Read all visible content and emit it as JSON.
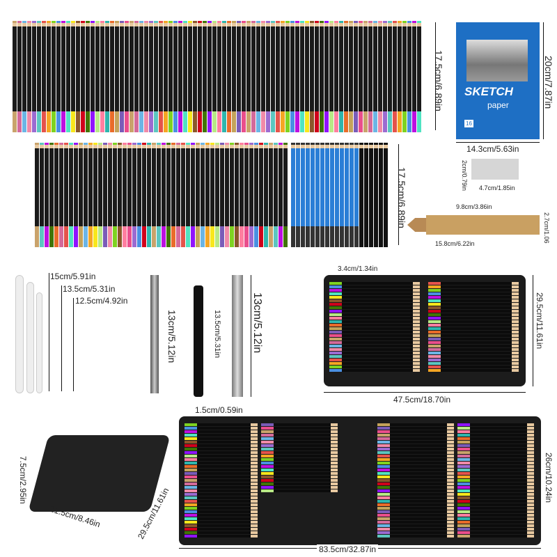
{
  "pencil_colors": [
    "#c9a36b",
    "#d46a9a",
    "#6bb5e5",
    "#f08aa8",
    "#9b6bd1",
    "#5cc6c0",
    "#e5534b",
    "#f5a623",
    "#7ed321",
    "#4a90e2",
    "#bd10e0",
    "#50e3c2",
    "#f8e71c",
    "#8b572a",
    "#d0021b",
    "#417505",
    "#9013fe",
    "#b8e986",
    "#ff7fa0",
    "#2fb5ad",
    "#e96c2a",
    "#c4a35a",
    "#7a5cb8",
    "#ea4e8c"
  ],
  "sketch_pad": {
    "title": "SKETCH",
    "subtitle": "paper",
    "sheets": "16"
  },
  "dimensions": {
    "pencils_row1_height": "17.5cm/6.89in",
    "pencils_row2_height": "17.5cm/6.89in",
    "pad_height": "20cm/7.87in",
    "pad_width": "14.3cm/5.63in",
    "eraser_height": "2cm/0.79in",
    "eraser_width": "4.7cm/1.85in",
    "sandpaper_width": "9.8cm/3.86in",
    "sandpaper_height": "2.7cm/1.06",
    "sandpaper_length": "15.8cm/6.22in",
    "stump_large": "15cm/5.91in",
    "stump_medium": "13.5cm/5.31in",
    "stump_small": "12.5cm/4.92in",
    "extender": "13cm/5.12in",
    "pen": "13.5cm/5.31in",
    "knife": "13cm/5.12in",
    "case_open_depth": "3.4cm/1.34in",
    "case_open_height": "29.5cm/11.61in",
    "case_open_width": "47.5cm/18.70in",
    "case_full_depth": "1.5cm/0.59in",
    "case_full_height": "26cm/10.24in",
    "case_full_width": "83.5cm/32.87in",
    "closed_thickness": "7.5cm/2.95in",
    "closed_width": "21.5cm/8.46in",
    "closed_length": "29.5cm/11.61in"
  }
}
